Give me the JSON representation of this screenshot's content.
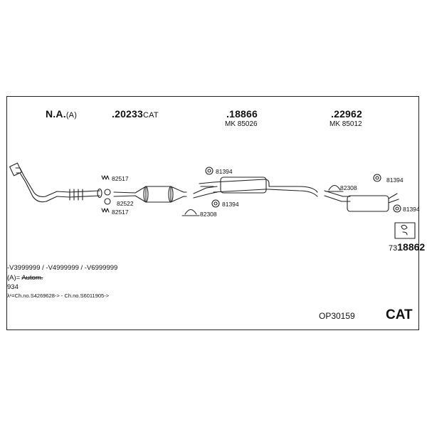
{
  "headers": [
    {
      "code": "N.A.",
      "suffix": "(A)"
    },
    {
      "code": ".20233",
      "suffix": "CAT"
    },
    {
      "code": ".18866",
      "sub": "MK 85026"
    },
    {
      "code": ".22962",
      "sub": "MK 85012"
    }
  ],
  "labels": {
    "p82517_top": "82517",
    "p82522": "82522",
    "p82517_bot": "82517",
    "p81394_a": "81394",
    "p81394_b": "81394",
    "p82308_a": "82308",
    "p82308_b": "82308",
    "p81394_c": "81394",
    "p81394_d": "81394"
  },
  "kit": {
    "prefix": "73",
    "number": "18862"
  },
  "notes": {
    "line1": "-V3999999 / -V4999999 / -V6999999",
    "line2_prefix": "(A)= ",
    "line2_struck": "Autom.",
    "line3": "934",
    "line4": "λ¹=Ch.no.S4269628-> - Ch.no.S6011905->"
  },
  "footer": {
    "code": "OP30159",
    "badge": "CAT"
  }
}
